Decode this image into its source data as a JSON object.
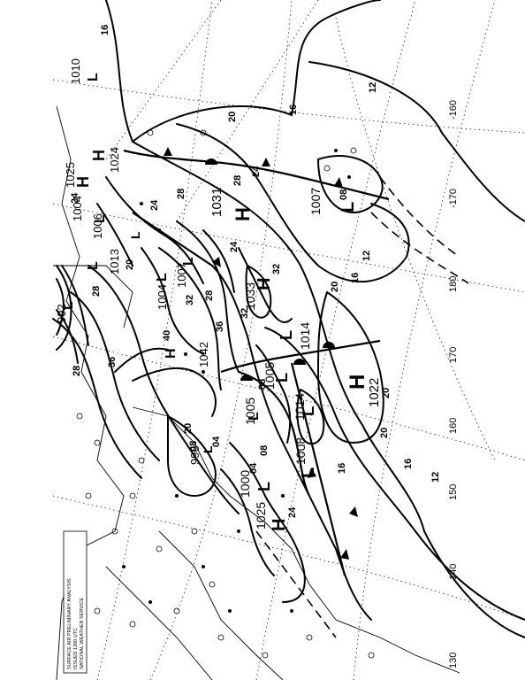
{
  "map": {
    "type": "surface weather analysis",
    "colors": {
      "ink": "#000000",
      "paper": "#ffffff"
    },
    "longitude_labels": [
      "-160",
      "-170",
      "180",
      "170",
      "160",
      "150",
      "140",
      "130"
    ],
    "pressure_centers": [
      {
        "kind": "H",
        "value": "1022"
      },
      {
        "kind": "H",
        "value": "1031"
      },
      {
        "kind": "H",
        "value": "1033"
      },
      {
        "kind": "H",
        "value": "1025"
      },
      {
        "kind": "H",
        "value": "1024"
      },
      {
        "kind": "H",
        "value": "1025"
      },
      {
        "kind": "H",
        "value": "1042"
      },
      {
        "kind": "L",
        "value": "1007"
      },
      {
        "kind": "L",
        "value": "1014"
      },
      {
        "kind": "L",
        "value": "1005"
      },
      {
        "kind": "L",
        "value": "1005"
      },
      {
        "kind": "L",
        "value": "1014"
      },
      {
        "kind": "L",
        "value": "1008"
      },
      {
        "kind": "L",
        "value": "1000"
      },
      {
        "kind": "L",
        "value": "1013"
      },
      {
        "kind": "L",
        "value": "1010"
      },
      {
        "kind": "L",
        "value": "1004"
      },
      {
        "kind": "L",
        "value": "1007"
      },
      {
        "kind": "L",
        "value": "1004"
      },
      {
        "kind": "L",
        "value": "1006"
      },
      {
        "kind": "L",
        "value": "992"
      },
      {
        "kind": "L",
        "value": "996"
      }
    ],
    "isobar_labels": [
      "12",
      "16",
      "20",
      "24",
      "28",
      "32",
      "36",
      "40",
      "08",
      "04"
    ],
    "stamp_lines": [
      "SURFACE AIR PRELIMINARY ANALYSIS",
      "ISSUED 1200 UTC",
      "NATIONAL WEATHER SERVICE"
    ]
  }
}
